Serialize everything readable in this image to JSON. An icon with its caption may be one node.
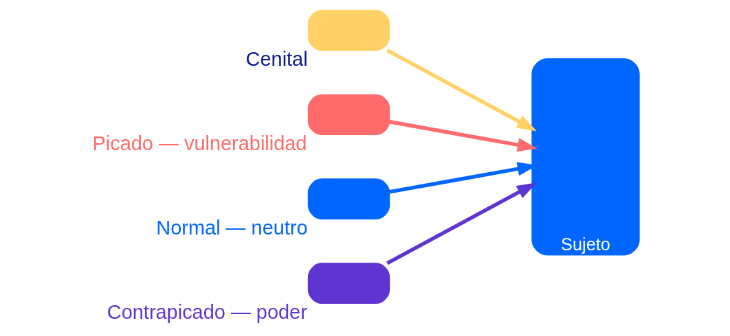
{
  "diagram": {
    "nodes": [
      {
        "text": [
          "Sujeto"
        ]
      },
      {
        "text": [],
        "shape": "box",
        "beside": [
          "Cenital"
        ]
      },
      {
        "text": [],
        "shape": "box",
        "beside": [
          "Picado — vulnerabilidad"
        ]
      },
      {
        "text": [],
        "shape": "box",
        "beside": [
          "Normal — neutro"
        ]
      },
      {
        "text": [],
        "shape": "box",
        "beside": [
          "Contrapicado — poder"
        ]
      }
    ],
    "edges": [
      {
        "from": 1,
        "to": 0,
        "arrow": "to",
        "color": "#ffd166"
      },
      {
        "from": 2,
        "to": 0,
        "arrow": "to",
        "color": "#ff6b6b"
      },
      {
        "from": 3,
        "to": 0,
        "arrow": "to",
        "color": "#0066ff"
      },
      {
        "from": 4,
        "to": 0,
        "arrow": "to",
        "color": "#5e35d1"
      }
    ]
  }
}
